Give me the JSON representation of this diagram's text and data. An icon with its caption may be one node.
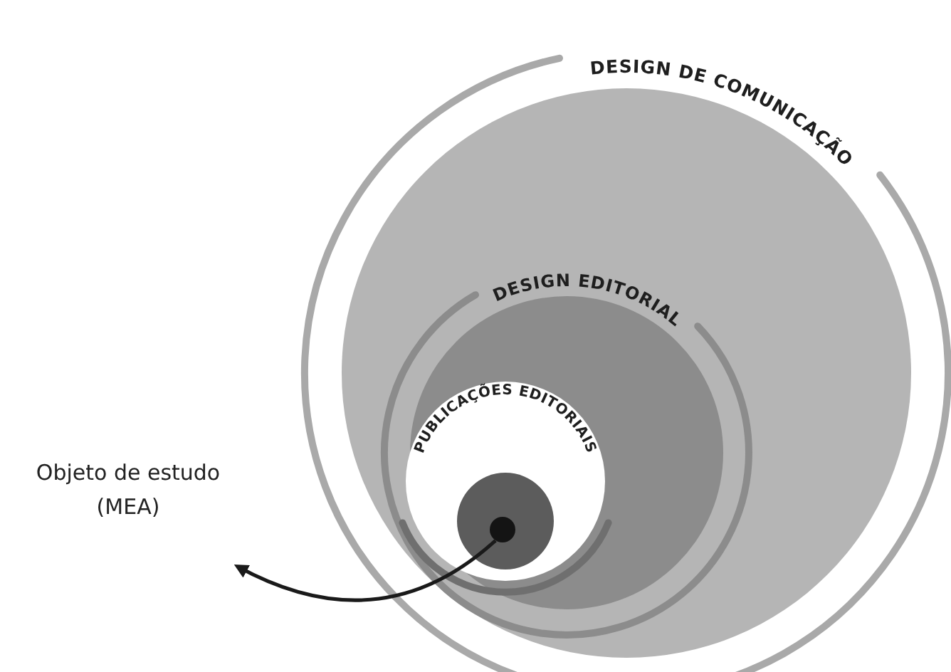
{
  "diagram": {
    "nodes": [
      {
        "text": [
          "DESIGN DE COMUNICAÇÃO"
        ]
      },
      {
        "text": [
          "DESIGN EDITORIAL"
        ],
        "in": 0
      },
      {
        "text": [
          "PUBLICAÇÕES EDITORIAIS"
        ],
        "in": 1
      },
      {
        "text": [],
        "shape": "circle",
        "in": 2
      },
      {
        "text": [],
        "shape": "circle",
        "in": 3
      },
      {
        "text": [
          "Objeto de estudo (MEA)"
        ]
      }
    ],
    "edges": [
      {
        "from": 4,
        "to": 5,
        "arrow": "to"
      }
    ]
  }
}
